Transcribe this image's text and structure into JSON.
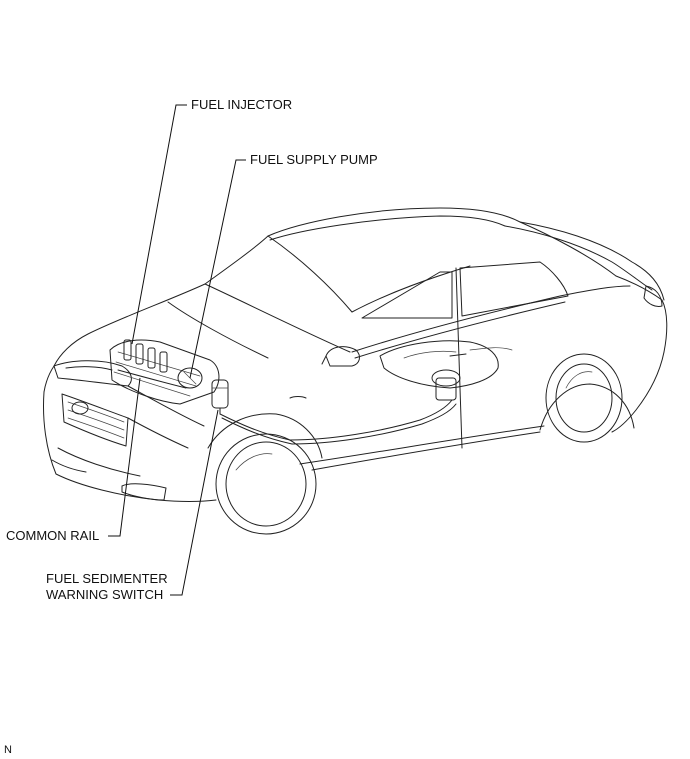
{
  "callouts": {
    "fuel_injector": "FUEL INJECTOR",
    "fuel_supply_pump": "FUEL SUPPLY PUMP",
    "common_rail": "COMMON RAIL",
    "fuel_sedimenter_line1": "FUEL SEDIMENTER",
    "fuel_sedimenter_line2": "WARNING SWITCH"
  },
  "figure_code": "N",
  "colors": {
    "line": "#222222",
    "background": "#ffffff"
  }
}
